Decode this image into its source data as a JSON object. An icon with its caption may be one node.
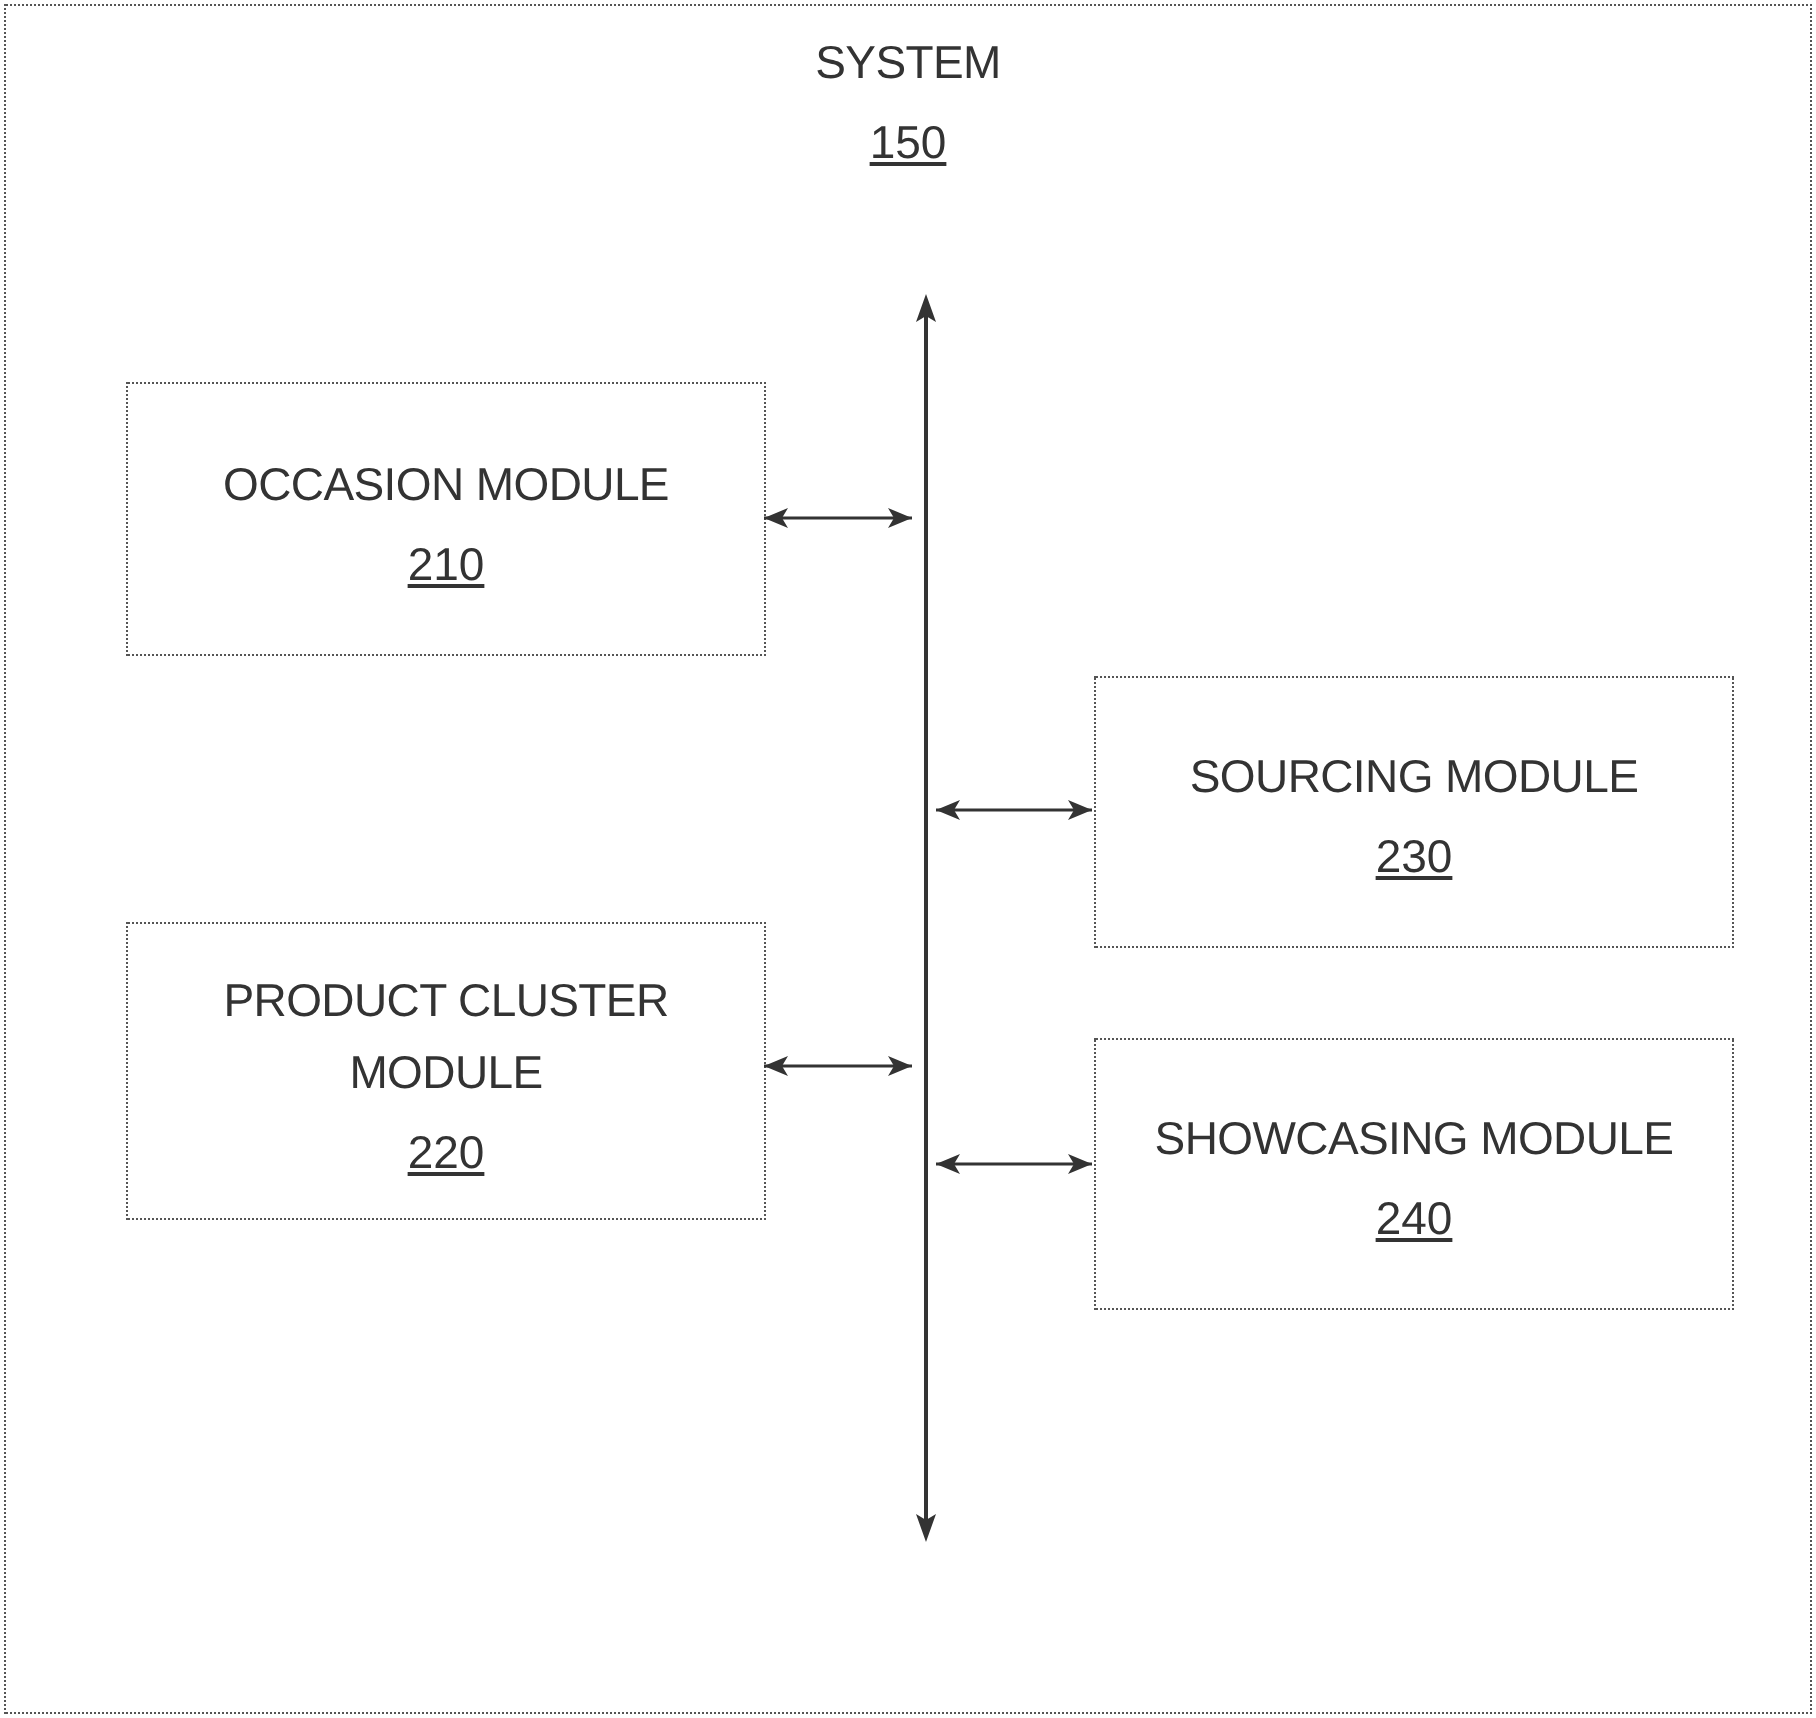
{
  "diagram": {
    "nodes": [
      {
        "text": [
          "SYSTEM",
          "150"
        ]
      },
      {
        "text": [
          "OCCASION MODULE",
          "210"
        ],
        "in": 0
      },
      {
        "text": [
          "SOURCING MODULE",
          "230"
        ],
        "in": 0
      },
      {
        "text": [
          "PRODUCT CLUSTER MODULE",
          "220"
        ],
        "in": 0
      },
      {
        "text": [
          "SHOWCASING MODULE",
          "240"
        ],
        "in": 0
      },
      {
        "text": [],
        "shape": "bar",
        "in": 0
      }
    ],
    "edges": [
      {
        "from": 1,
        "to": 5,
        "arrow": "both"
      },
      {
        "from": 5,
        "to": 2,
        "arrow": "both"
      },
      {
        "from": 3,
        "to": 5,
        "arrow": "both"
      },
      {
        "from": 5,
        "to": 4,
        "arrow": "both"
      }
    ]
  }
}
